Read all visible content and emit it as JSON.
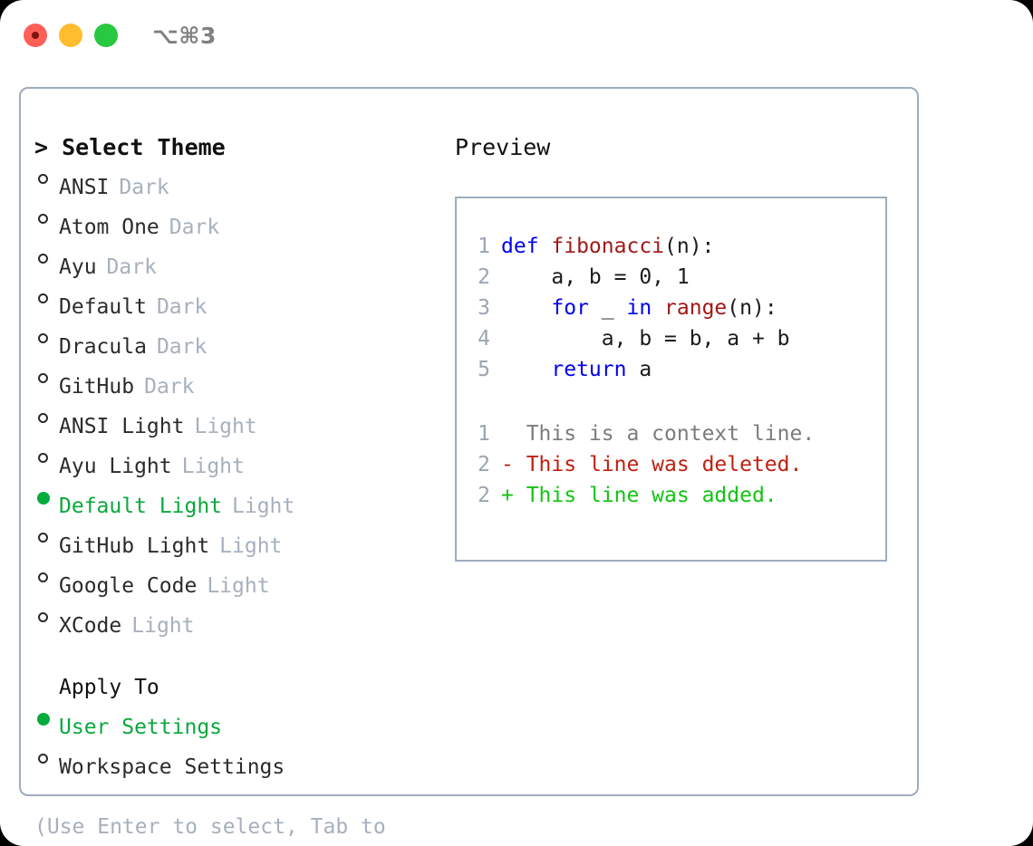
{
  "window": {
    "shortcut": "⌥⌘3",
    "traffic_lights": [
      "close",
      "minimize",
      "maximize"
    ],
    "colors": {
      "close": "#ff5f57",
      "minimize": "#febc2e",
      "maximize": "#28c840",
      "accent_green": "#09a83c",
      "muted": "#a7b0bd",
      "border": "#9facbd"
    }
  },
  "left": {
    "header": "> Select Theme",
    "themes": [
      {
        "name": "ANSI",
        "tag": "Dark",
        "selected": false
      },
      {
        "name": "Atom One",
        "tag": "Dark",
        "selected": false
      },
      {
        "name": "Ayu",
        "tag": "Dark",
        "selected": false
      },
      {
        "name": "Default",
        "tag": "Dark",
        "selected": false
      },
      {
        "name": "Dracula",
        "tag": "Dark",
        "selected": false
      },
      {
        "name": "GitHub",
        "tag": "Dark",
        "selected": false
      },
      {
        "name": "ANSI Light",
        "tag": "Light",
        "selected": false
      },
      {
        "name": "Ayu Light",
        "tag": "Light",
        "selected": false
      },
      {
        "name": "Default Light",
        "tag": "Light",
        "selected": true
      },
      {
        "name": "GitHub Light",
        "tag": "Light",
        "selected": false
      },
      {
        "name": "Google Code",
        "tag": "Light",
        "selected": false
      },
      {
        "name": "XCode",
        "tag": "Light",
        "selected": false
      }
    ],
    "apply_to_label": "Apply To",
    "apply_to_options": [
      {
        "name": "User Settings",
        "selected": true
      },
      {
        "name": "Workspace Settings",
        "selected": false
      }
    ],
    "hint": "(Use Enter to select, Tab to change focus)"
  },
  "right": {
    "header": "Preview",
    "code_lines": [
      {
        "num": "1",
        "tokens": [
          {
            "t": "def ",
            "c": "kw"
          },
          {
            "t": "fibonacci",
            "c": "fn"
          },
          {
            "t": "(n):",
            "c": "txt"
          }
        ]
      },
      {
        "num": "2",
        "tokens": [
          {
            "t": "    a, b = 0, 1",
            "c": "txt"
          }
        ]
      },
      {
        "num": "3",
        "tokens": [
          {
            "t": "    ",
            "c": "txt"
          },
          {
            "t": "for",
            "c": "kw"
          },
          {
            "t": " _ ",
            "c": "txt"
          },
          {
            "t": "in",
            "c": "kw"
          },
          {
            "t": " ",
            "c": "txt"
          },
          {
            "t": "range",
            "c": "fn"
          },
          {
            "t": "(n):",
            "c": "txt"
          }
        ]
      },
      {
        "num": "4",
        "tokens": [
          {
            "t": "        a, b = b, a + b",
            "c": "txt"
          }
        ]
      },
      {
        "num": "5",
        "tokens": [
          {
            "t": "    ",
            "c": "txt"
          },
          {
            "t": "return",
            "c": "kw"
          },
          {
            "t": " a",
            "c": "txt"
          }
        ]
      }
    ],
    "diff_lines": [
      {
        "num": "1",
        "marker": "  ",
        "text": "This is a context line.",
        "c": "ctx"
      },
      {
        "num": "2",
        "marker": "- ",
        "text": "This line was deleted.",
        "c": "del"
      },
      {
        "num": "2",
        "marker": "+ ",
        "text": "This line was added.",
        "c": "add"
      }
    ]
  }
}
